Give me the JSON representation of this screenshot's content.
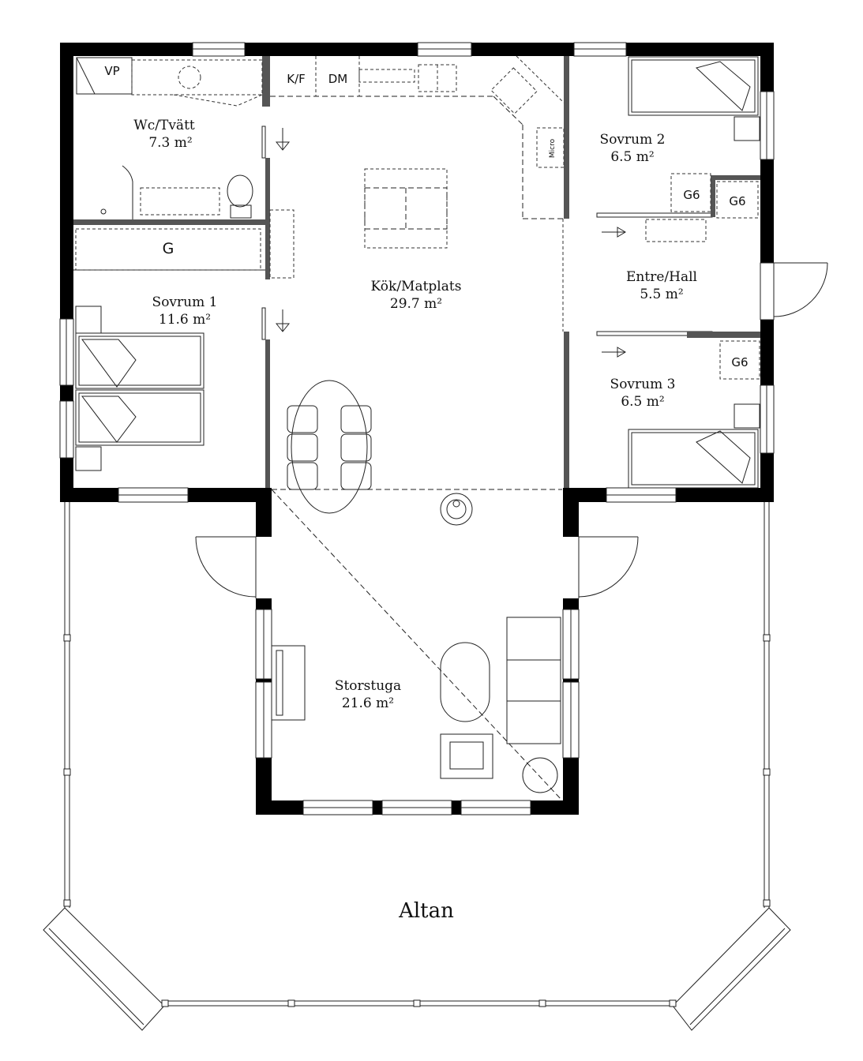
{
  "rooms": {
    "wc": {
      "name": "Wc/Tvätt",
      "area": "7.3 m²"
    },
    "sovrum1": {
      "name": "Sovrum 1",
      "area": "11.6 m²"
    },
    "kok": {
      "name": "Kök/Matplats",
      "area": "29.7 m²"
    },
    "sovrum2": {
      "name": "Sovrum 2",
      "area": "6.5 m²"
    },
    "entre": {
      "name": "Entre/Hall",
      "area": "5.5 m²"
    },
    "sovrum3": {
      "name": "Sovrum 3",
      "area": "6.5 m²"
    },
    "storstuga": {
      "name": "Storstuga",
      "area": "21.6 m²"
    },
    "altan": {
      "name": "Altan"
    }
  },
  "fixtures": {
    "vp": "VP",
    "kf": "K/F",
    "dm": "DM",
    "micro": "Micro",
    "g": "G",
    "g6_a": "G6",
    "g6_b": "G6",
    "g6_c": "G6"
  },
  "colors": {
    "wall": "#000000",
    "line": "#222222",
    "background": "#ffffff"
  }
}
